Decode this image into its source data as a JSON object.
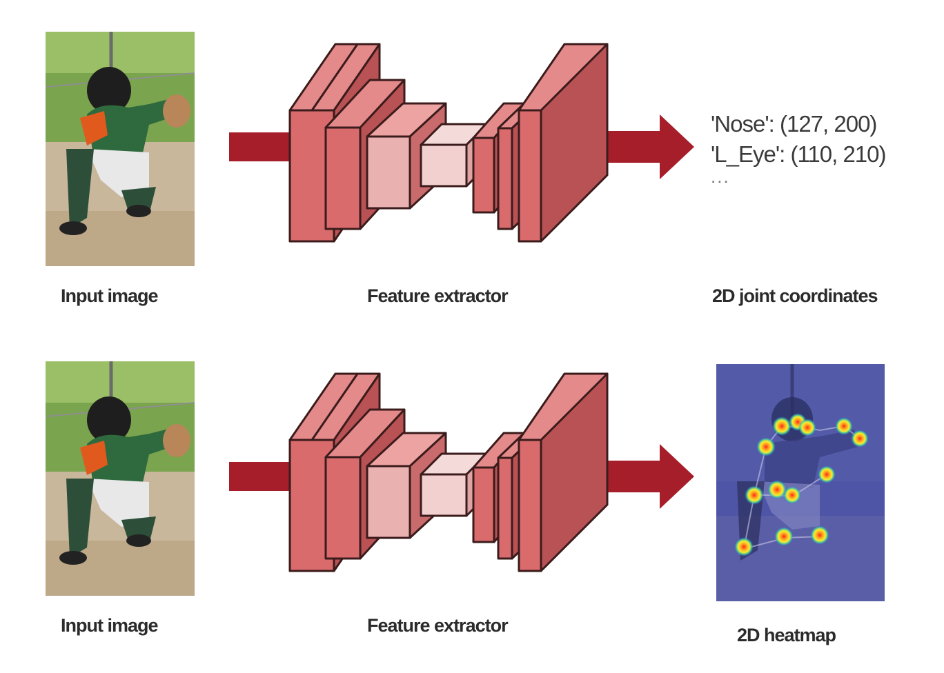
{
  "rows": [
    {
      "input_label": "Input image",
      "extractor_label": "Feature extractor",
      "output_label": "2D joint coordinates",
      "output_lines": [
        "'Nose': (127, 200)",
        "'L_Eye': (110, 210)",
        "..."
      ]
    },
    {
      "input_label": "Input image",
      "extractor_label": "Feature extractor",
      "output_label": "2D heatmap"
    }
  ],
  "colors": {
    "block_front": "#d96b6d",
    "block_side": "#b85254",
    "block_top": "#e48a8b",
    "light_front": "#eab1b1",
    "lighter_front": "#f2d0d0",
    "arrow": "#a61e2a",
    "heatmap_bg": "#4f55a6"
  }
}
